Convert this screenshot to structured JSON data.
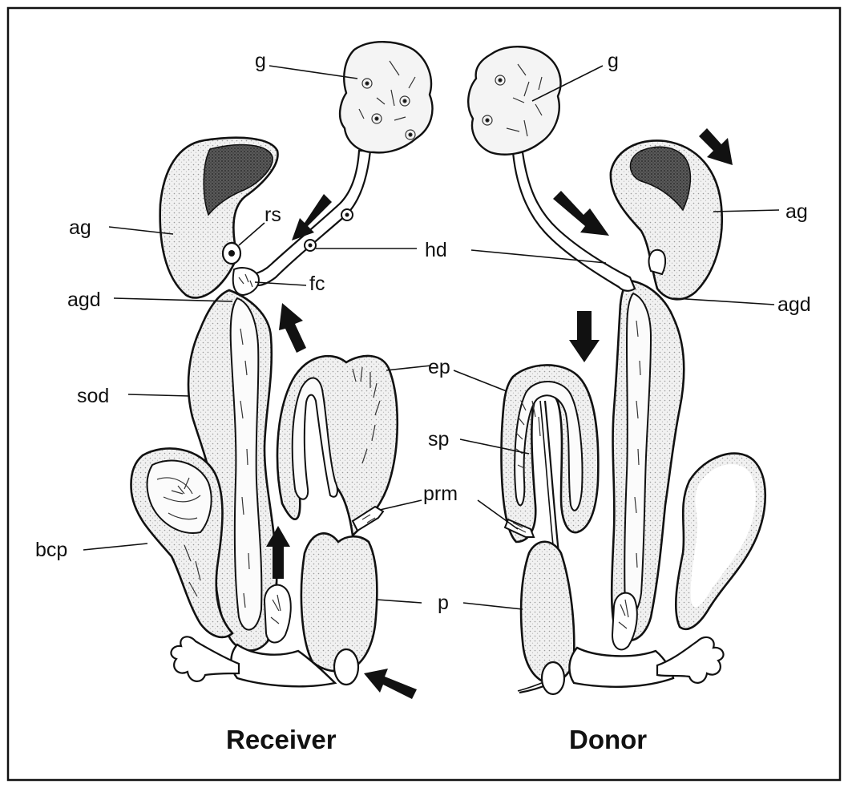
{
  "diagram": {
    "titles": {
      "left": "Receiver",
      "right": "Donor"
    },
    "labels": {
      "g": "g",
      "ag": "ag",
      "rs": "rs",
      "hd": "hd",
      "fc": "fc",
      "agd": "agd",
      "sod": "sod",
      "ep": "ep",
      "sp": "sp",
      "prm": "prm",
      "bcp": "bcp",
      "p": "p"
    }
  }
}
